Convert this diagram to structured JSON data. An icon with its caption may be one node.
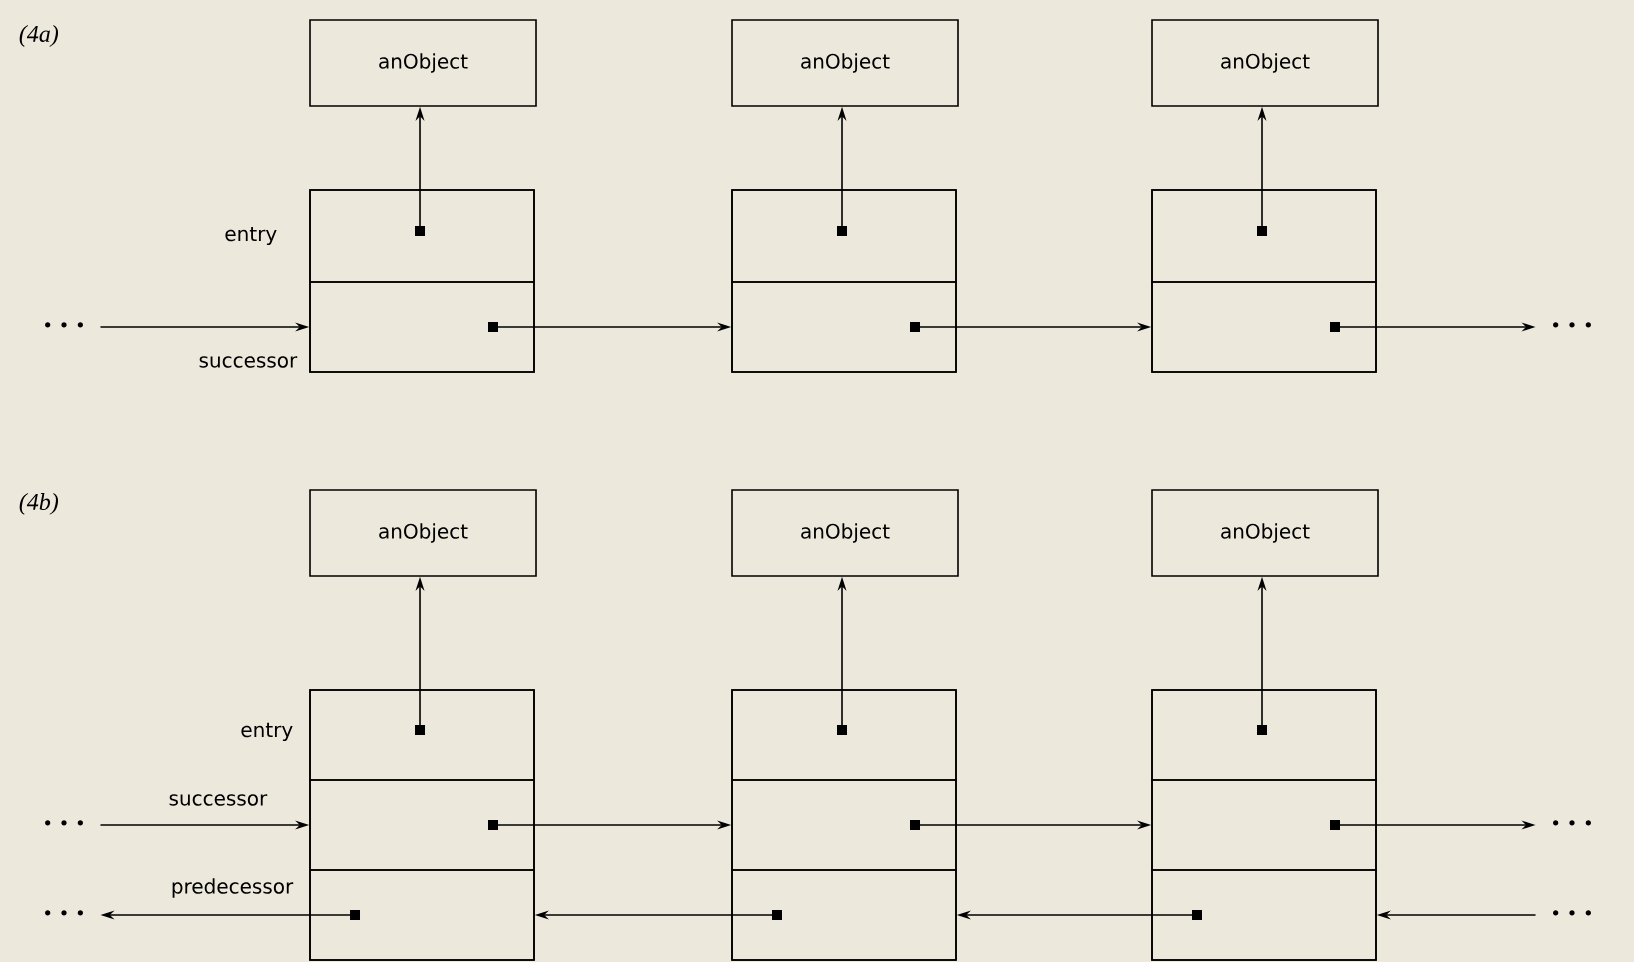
{
  "diagram": {
    "nodes": [
      {
        "text": [
          "anObject"
        ]
      },
      {
        "text": [
          "anObject"
        ]
      },
      {
        "text": [
          "anObject"
        ]
      },
      {
        "text": [],
        "shape": "box"
      },
      {
        "text": [],
        "shape": "box",
        "in": 3,
        "beside": [
          "entry"
        ]
      },
      {
        "text": [],
        "shape": "box",
        "in": 3,
        "beside": [
          "successor"
        ]
      },
      {
        "text": [],
        "shape": "box"
      },
      {
        "text": [],
        "shape": "box",
        "in": 6
      },
      {
        "text": [],
        "shape": "box",
        "in": 6
      },
      {
        "text": [],
        "shape": "box"
      },
      {
        "text": [],
        "shape": "box",
        "in": 9
      },
      {
        "text": [],
        "shape": "box",
        "in": 9
      },
      {
        "text": [
          "• • •"
        ]
      },
      {
        "text": [
          "• • •"
        ]
      },
      {
        "text": [
          "anObject"
        ]
      },
      {
        "text": [
          "anObject"
        ]
      },
      {
        "text": [
          "anObject"
        ]
      },
      {
        "text": [],
        "shape": "box"
      },
      {
        "text": [],
        "shape": "box",
        "in": 17,
        "beside": [
          "entry"
        ]
      },
      {
        "text": [],
        "shape": "box",
        "in": 17,
        "beside": [
          "successor"
        ]
      },
      {
        "text": [],
        "shape": "box",
        "in": 17,
        "beside": [
          "predecessor"
        ]
      },
      {
        "text": [],
        "shape": "box"
      },
      {
        "text": [],
        "shape": "box",
        "in": 21
      },
      {
        "text": [],
        "shape": "box",
        "in": 21
      },
      {
        "text": [],
        "shape": "box",
        "in": 21
      },
      {
        "text": [],
        "shape": "box"
      },
      {
        "text": [],
        "shape": "box",
        "in": 25
      },
      {
        "text": [],
        "shape": "box",
        "in": 25
      },
      {
        "text": [],
        "shape": "box",
        "in": 25
      },
      {
        "text": [
          "• • •"
        ]
      },
      {
        "text": [
          "• • •"
        ]
      },
      {
        "text": [
          "• • •"
        ]
      },
      {
        "text": [
          "• • •"
        ]
      }
    ],
    "edges": [
      {
        "from": 4,
        "to": 0,
        "arrow": "to"
      },
      {
        "from": 7,
        "to": 1,
        "arrow": "to"
      },
      {
        "from": 10,
        "to": 2,
        "arrow": "to"
      },
      {
        "from": 12,
        "to": 5,
        "arrow": "to"
      },
      {
        "from": 5,
        "to": 8,
        "arrow": "to"
      },
      {
        "from": 8,
        "to": 11,
        "arrow": "to"
      },
      {
        "from": 11,
        "to": 13,
        "arrow": "to"
      },
      {
        "from": 18,
        "to": 14,
        "arrow": "to"
      },
      {
        "from": 22,
        "to": 15,
        "arrow": "to"
      },
      {
        "from": 26,
        "to": 16,
        "arrow": "to"
      },
      {
        "from": 29,
        "to": 19,
        "arrow": "to"
      },
      {
        "from": 19,
        "to": 23,
        "arrow": "to"
      },
      {
        "from": 23,
        "to": 27,
        "arrow": "to"
      },
      {
        "from": 27,
        "to": 30,
        "arrow": "to"
      },
      {
        "from": 20,
        "to": 31,
        "arrow": "to"
      },
      {
        "from": 24,
        "to": 20,
        "arrow": "to"
      },
      {
        "from": 28,
        "to": 24,
        "arrow": "to"
      },
      {
        "from": 32,
        "to": 28,
        "arrow": "to"
      }
    ],
    "labels": [
      "(4a)",
      "(4b)"
    ]
  }
}
